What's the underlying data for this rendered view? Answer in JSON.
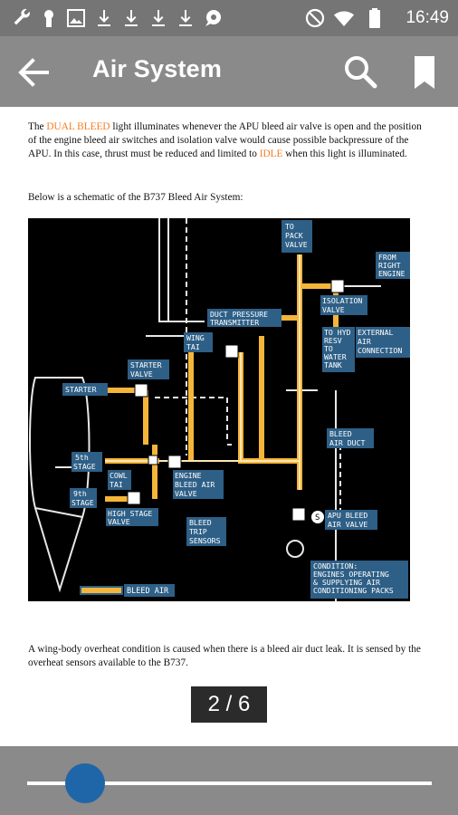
{
  "status_bar": {
    "time": "16:49",
    "icons": [
      "wrench-icon",
      "keyhole-icon",
      "image-icon",
      "download-icon",
      "download-icon",
      "download-icon",
      "download-icon",
      "chat-icon",
      "dnd-icon",
      "wifi-icon",
      "battery-icon"
    ]
  },
  "app_bar": {
    "title": "Air System",
    "back_icon": "arrow-left-icon",
    "search_icon": "search-icon",
    "bookmark_icon": "bookmark-icon"
  },
  "document": {
    "intro": {
      "t1": "The ",
      "dual_bleed": "DUAL BLEED",
      "t2": " light illuminates whenever the APU bleed air valve is open and the position of the engine bleed air switches and isolation valve would cause possible backpressure of the APU. In this case, thrust must be reduced and limited to ",
      "idle": "IDLE",
      "t3": " when this light is illuminated."
    },
    "schematic_caption": "Below is a schematic of the B737 Bleed Air System:",
    "diagram_labels": {
      "to_pack_valve": [
        "TO",
        "PACK",
        "VALVE"
      ],
      "from_right_engine": [
        "FROM",
        "RIGHT",
        "ENGINE"
      ],
      "isolation_valve": [
        "ISOLATION",
        "VALVE"
      ],
      "duct_pressure_transmitter": [
        "DUCT PRESSURE",
        "TRANSMITTER"
      ],
      "to_hyd_resv": [
        "TO HYD",
        "RESV",
        "TO",
        "WATER",
        "TANK"
      ],
      "external_air_connection": [
        "EXTERNAL",
        "AIR",
        "CONNECTION"
      ],
      "wing_tai": [
        "WING",
        "TAI"
      ],
      "starter_valve": [
        "STARTER",
        "VALVE"
      ],
      "starter": "STARTER",
      "bleed_air_duct": [
        "BLEED",
        "AIR DUCT"
      ],
      "fifth_stage": [
        "5th",
        "STAGE"
      ],
      "cowl_tai": [
        "COWL",
        "TAI"
      ],
      "engine_bleed_air_valve": [
        "ENGINE",
        "BLEED AIR",
        "VALVE"
      ],
      "ninth_stage": [
        "9th",
        "STAGE"
      ],
      "high_stage_valve": [
        "HIGH STAGE",
        "VALVE"
      ],
      "bleed_trip_sensors": [
        "BLEED",
        "TRIP",
        "SENSORS"
      ],
      "apu_bleed_air_valve": [
        "APU BLEED",
        "AIR VALVE"
      ],
      "s_symbol": "S",
      "condition": [
        "CONDITION:",
        "ENGINES OPERATING",
        "& SUPPLYING AIR",
        "CONDITIONING PACKS"
      ],
      "legend_bleed_air": "BLEED AIR"
    },
    "overheat_text": "A wing-body overheat condition is caused when there is a bleed air duct leak. It is sensed by the overheat sensors available to the B737.",
    "page_indicator": "2 / 6"
  },
  "colors": {
    "status_bar": "#757575",
    "app_bar": "#8a8a8a",
    "highlight": "#f47c20",
    "bleed_air": "#f5b53a",
    "label_box": "#2e5f86",
    "slider_thumb": "#1f66a8"
  },
  "bottom_bar": {
    "slider_progress": 0.144
  }
}
